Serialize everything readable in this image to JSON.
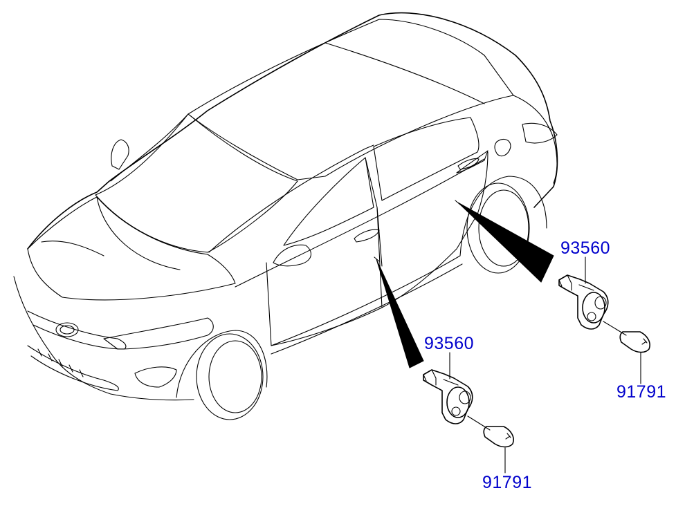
{
  "diagram": {
    "colors": {
      "line": "#000000",
      "label": "#0000cc",
      "background": "#ffffff"
    },
    "labels": {
      "upper_switch": "93560",
      "upper_screw": "91791",
      "lower_switch": "93560",
      "lower_screw": "91791"
    }
  }
}
